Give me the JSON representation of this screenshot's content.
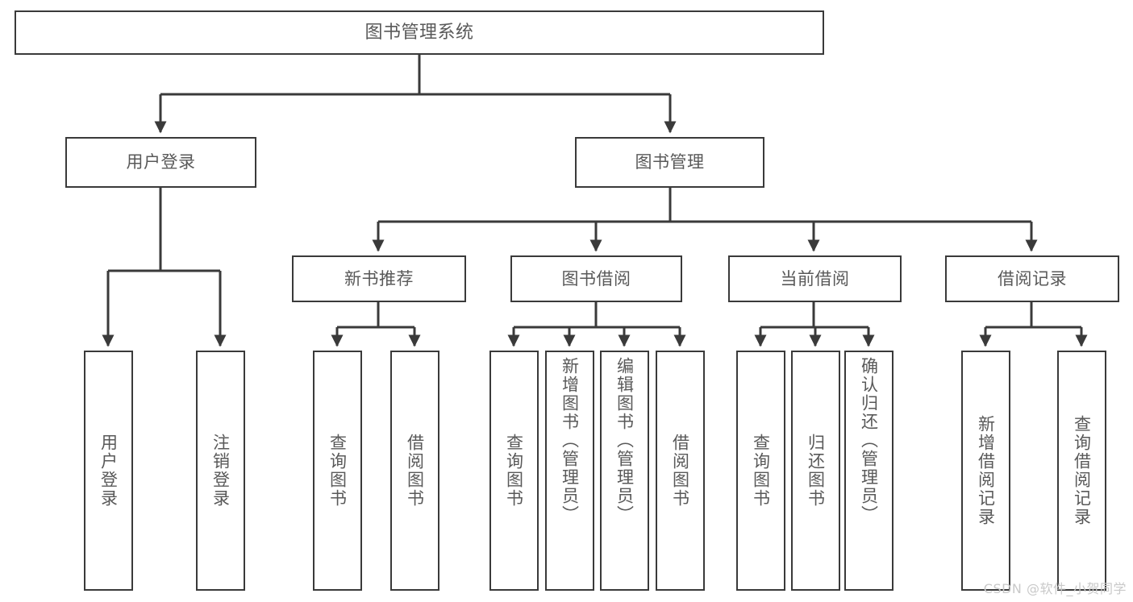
{
  "diagram": {
    "title": "图书管理系统",
    "watermark": "CSDN @软件_小贺同学",
    "stroke_color": "#3a3a3a",
    "text_color": "#595959",
    "background": "#ffffff"
  },
  "nodes": {
    "root": {
      "label": "图书管理系统"
    },
    "level1": [
      {
        "label": "用户登录"
      },
      {
        "label": "图书管理"
      }
    ],
    "level2": [
      {
        "label": "新书推荐"
      },
      {
        "label": "图书借阅"
      },
      {
        "label": "当前借阅"
      },
      {
        "label": "借阅记录"
      }
    ],
    "leaves": {
      "user_login": [
        {
          "label": "用户登录"
        },
        {
          "label": "注销登录"
        }
      ],
      "new_book_recommend": [
        {
          "label": "查询图书"
        },
        {
          "label": "借阅图书"
        }
      ],
      "book_borrow": [
        {
          "label": "查询图书"
        },
        {
          "label": "新增图书（管理员）"
        },
        {
          "label": "编辑图书（管理员）"
        },
        {
          "label": "借阅图书"
        }
      ],
      "current_borrow": [
        {
          "label": "查询图书"
        },
        {
          "label": "归还图书"
        },
        {
          "label": "确认归还（管理员）"
        }
      ],
      "borrow_record": [
        {
          "label": "新增借阅记录"
        },
        {
          "label": "查询借阅记录"
        }
      ]
    }
  }
}
